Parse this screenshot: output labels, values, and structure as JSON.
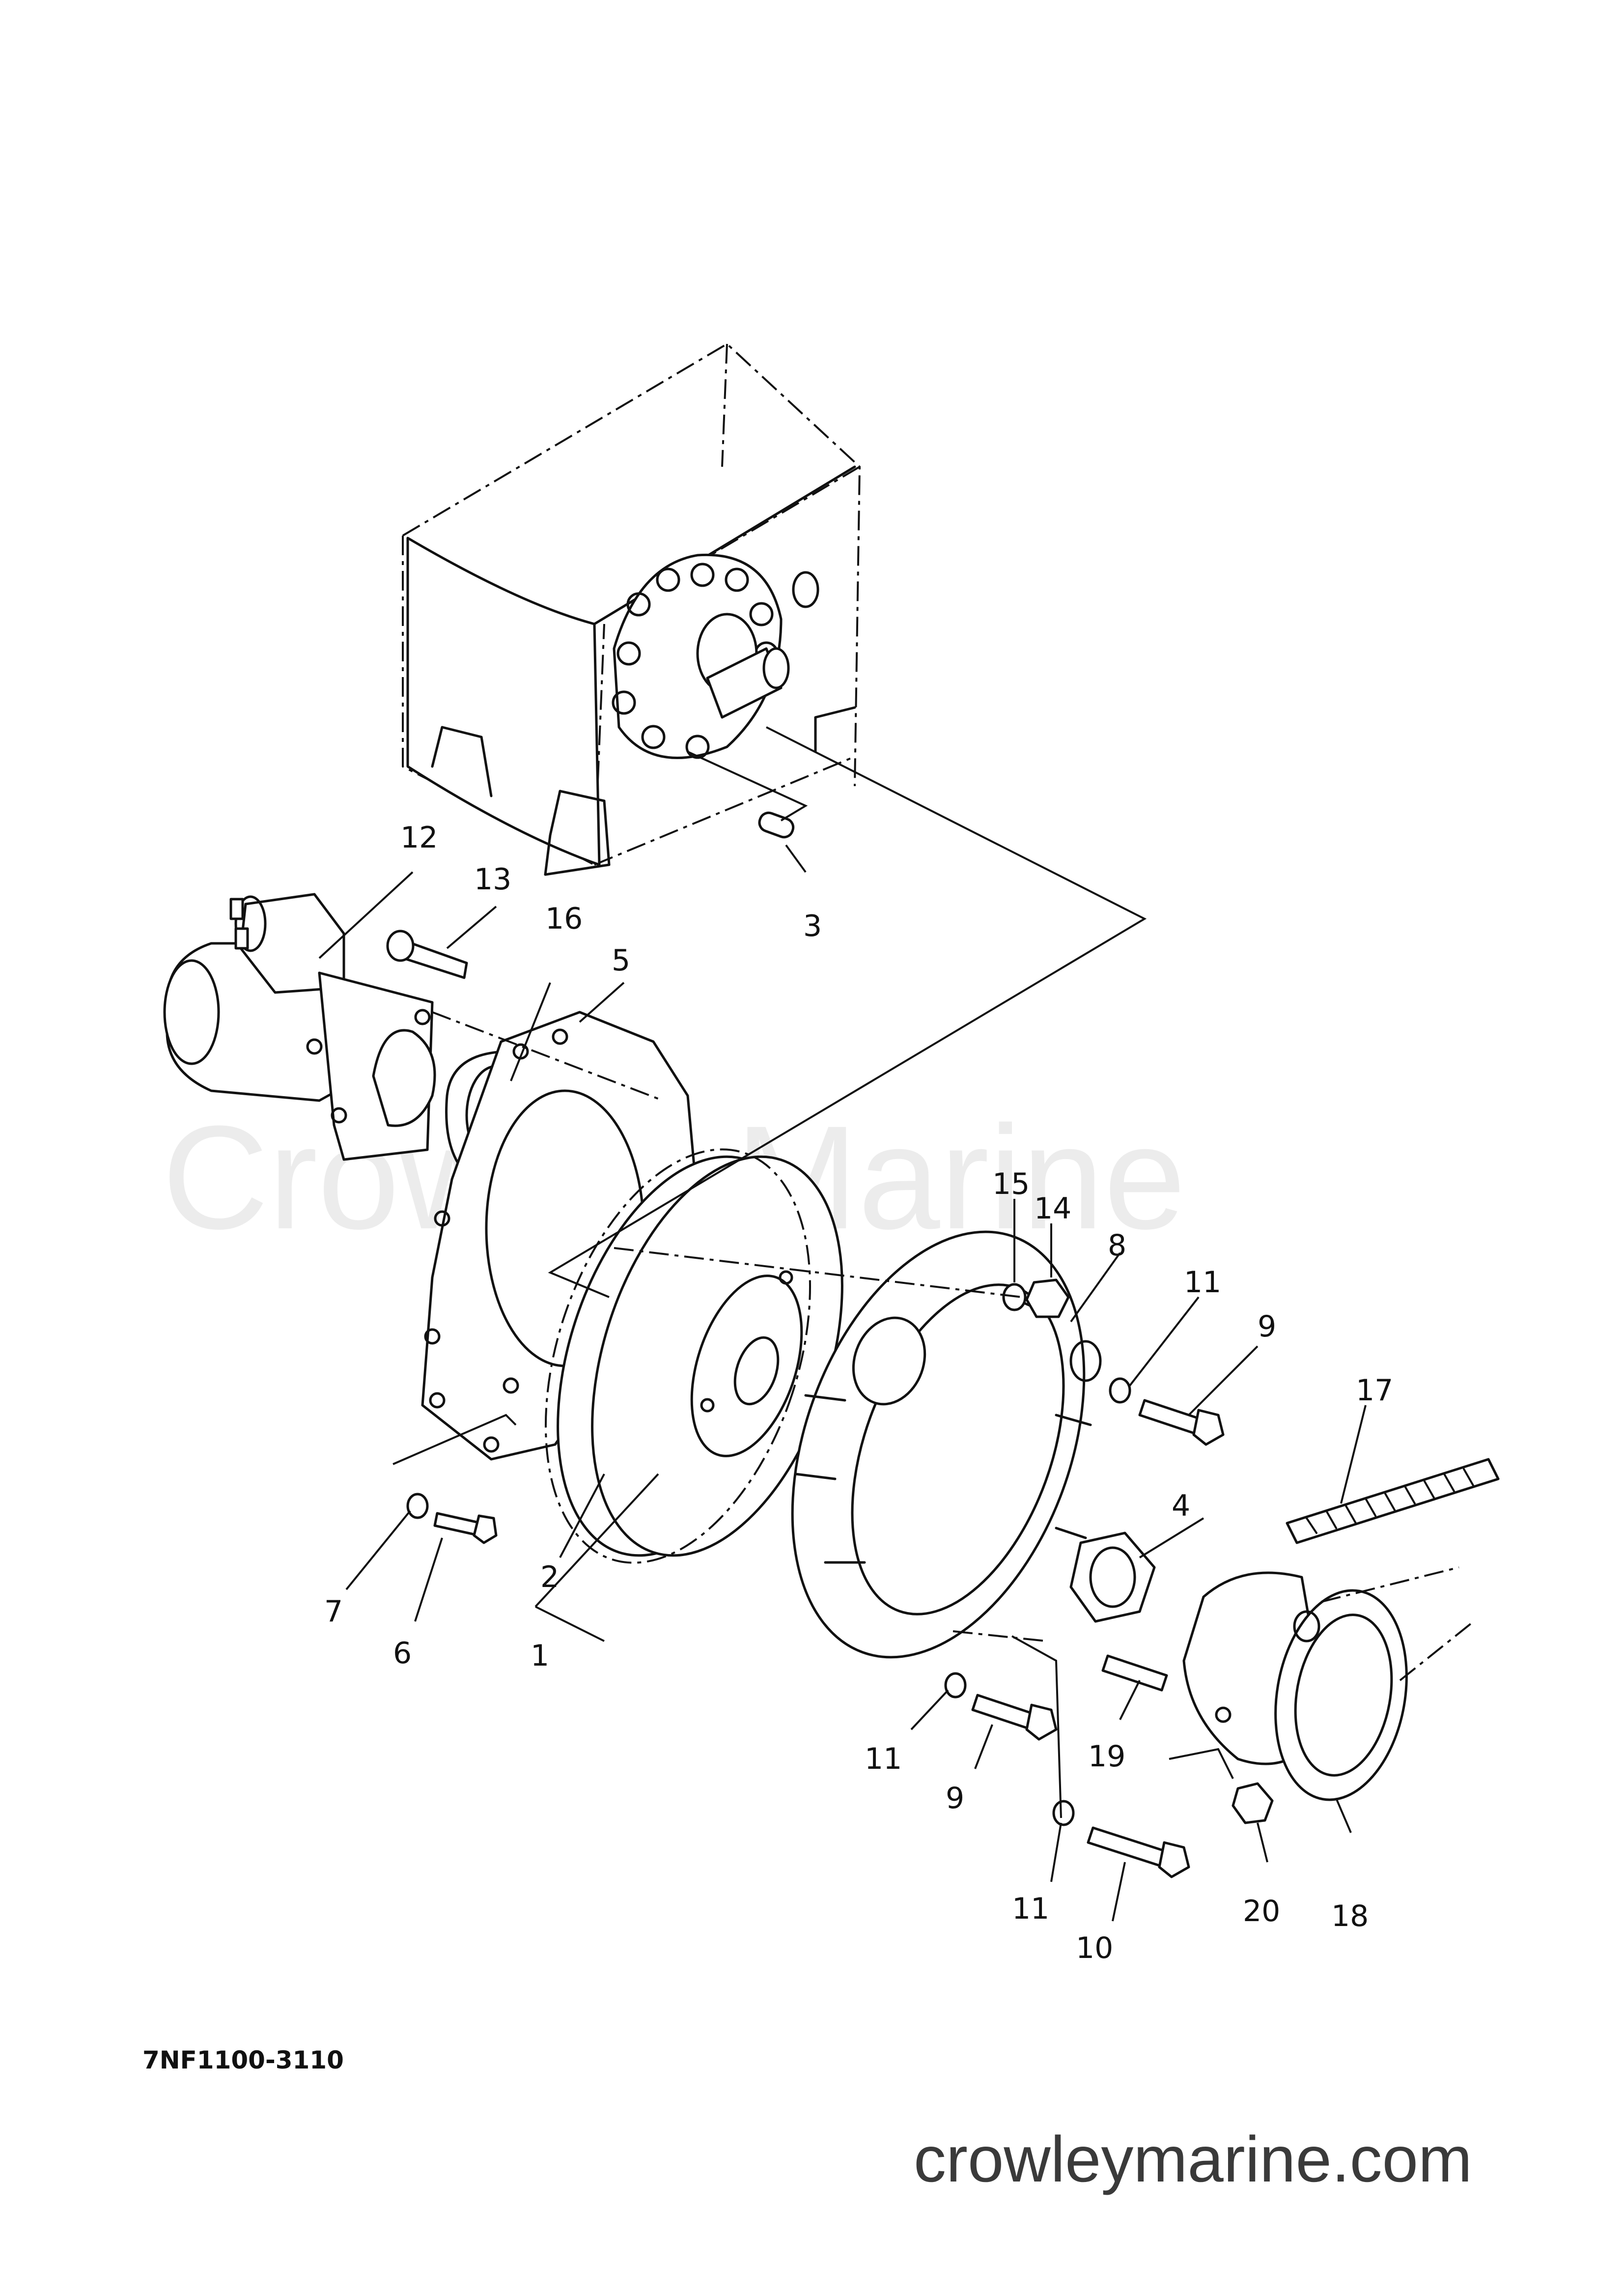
{
  "watermark": "Crowley Marine",
  "drawing_code": "7NF1100-3110",
  "site_url": "crowleymarine.com",
  "callouts": [
    {
      "id": "c1",
      "label": "1"
    },
    {
      "id": "c2",
      "label": "2"
    },
    {
      "id": "c3",
      "label": "3"
    },
    {
      "id": "c4",
      "label": "4"
    },
    {
      "id": "c5",
      "label": "5"
    },
    {
      "id": "c6",
      "label": "6"
    },
    {
      "id": "c7",
      "label": "7"
    },
    {
      "id": "c8",
      "label": "8"
    },
    {
      "id": "c9a",
      "label": "9"
    },
    {
      "id": "c9b",
      "label": "9"
    },
    {
      "id": "c10",
      "label": "10"
    },
    {
      "id": "c11a",
      "label": "11"
    },
    {
      "id": "c11b",
      "label": "11"
    },
    {
      "id": "c11c",
      "label": "11"
    },
    {
      "id": "c12",
      "label": "12"
    },
    {
      "id": "c13",
      "label": "13"
    },
    {
      "id": "c14",
      "label": "14"
    },
    {
      "id": "c15",
      "label": "15"
    },
    {
      "id": "c16",
      "label": "16"
    },
    {
      "id": "c17",
      "label": "17"
    },
    {
      "id": "c18",
      "label": "18"
    },
    {
      "id": "c19",
      "label": "19"
    },
    {
      "id": "c20",
      "label": "20"
    }
  ]
}
